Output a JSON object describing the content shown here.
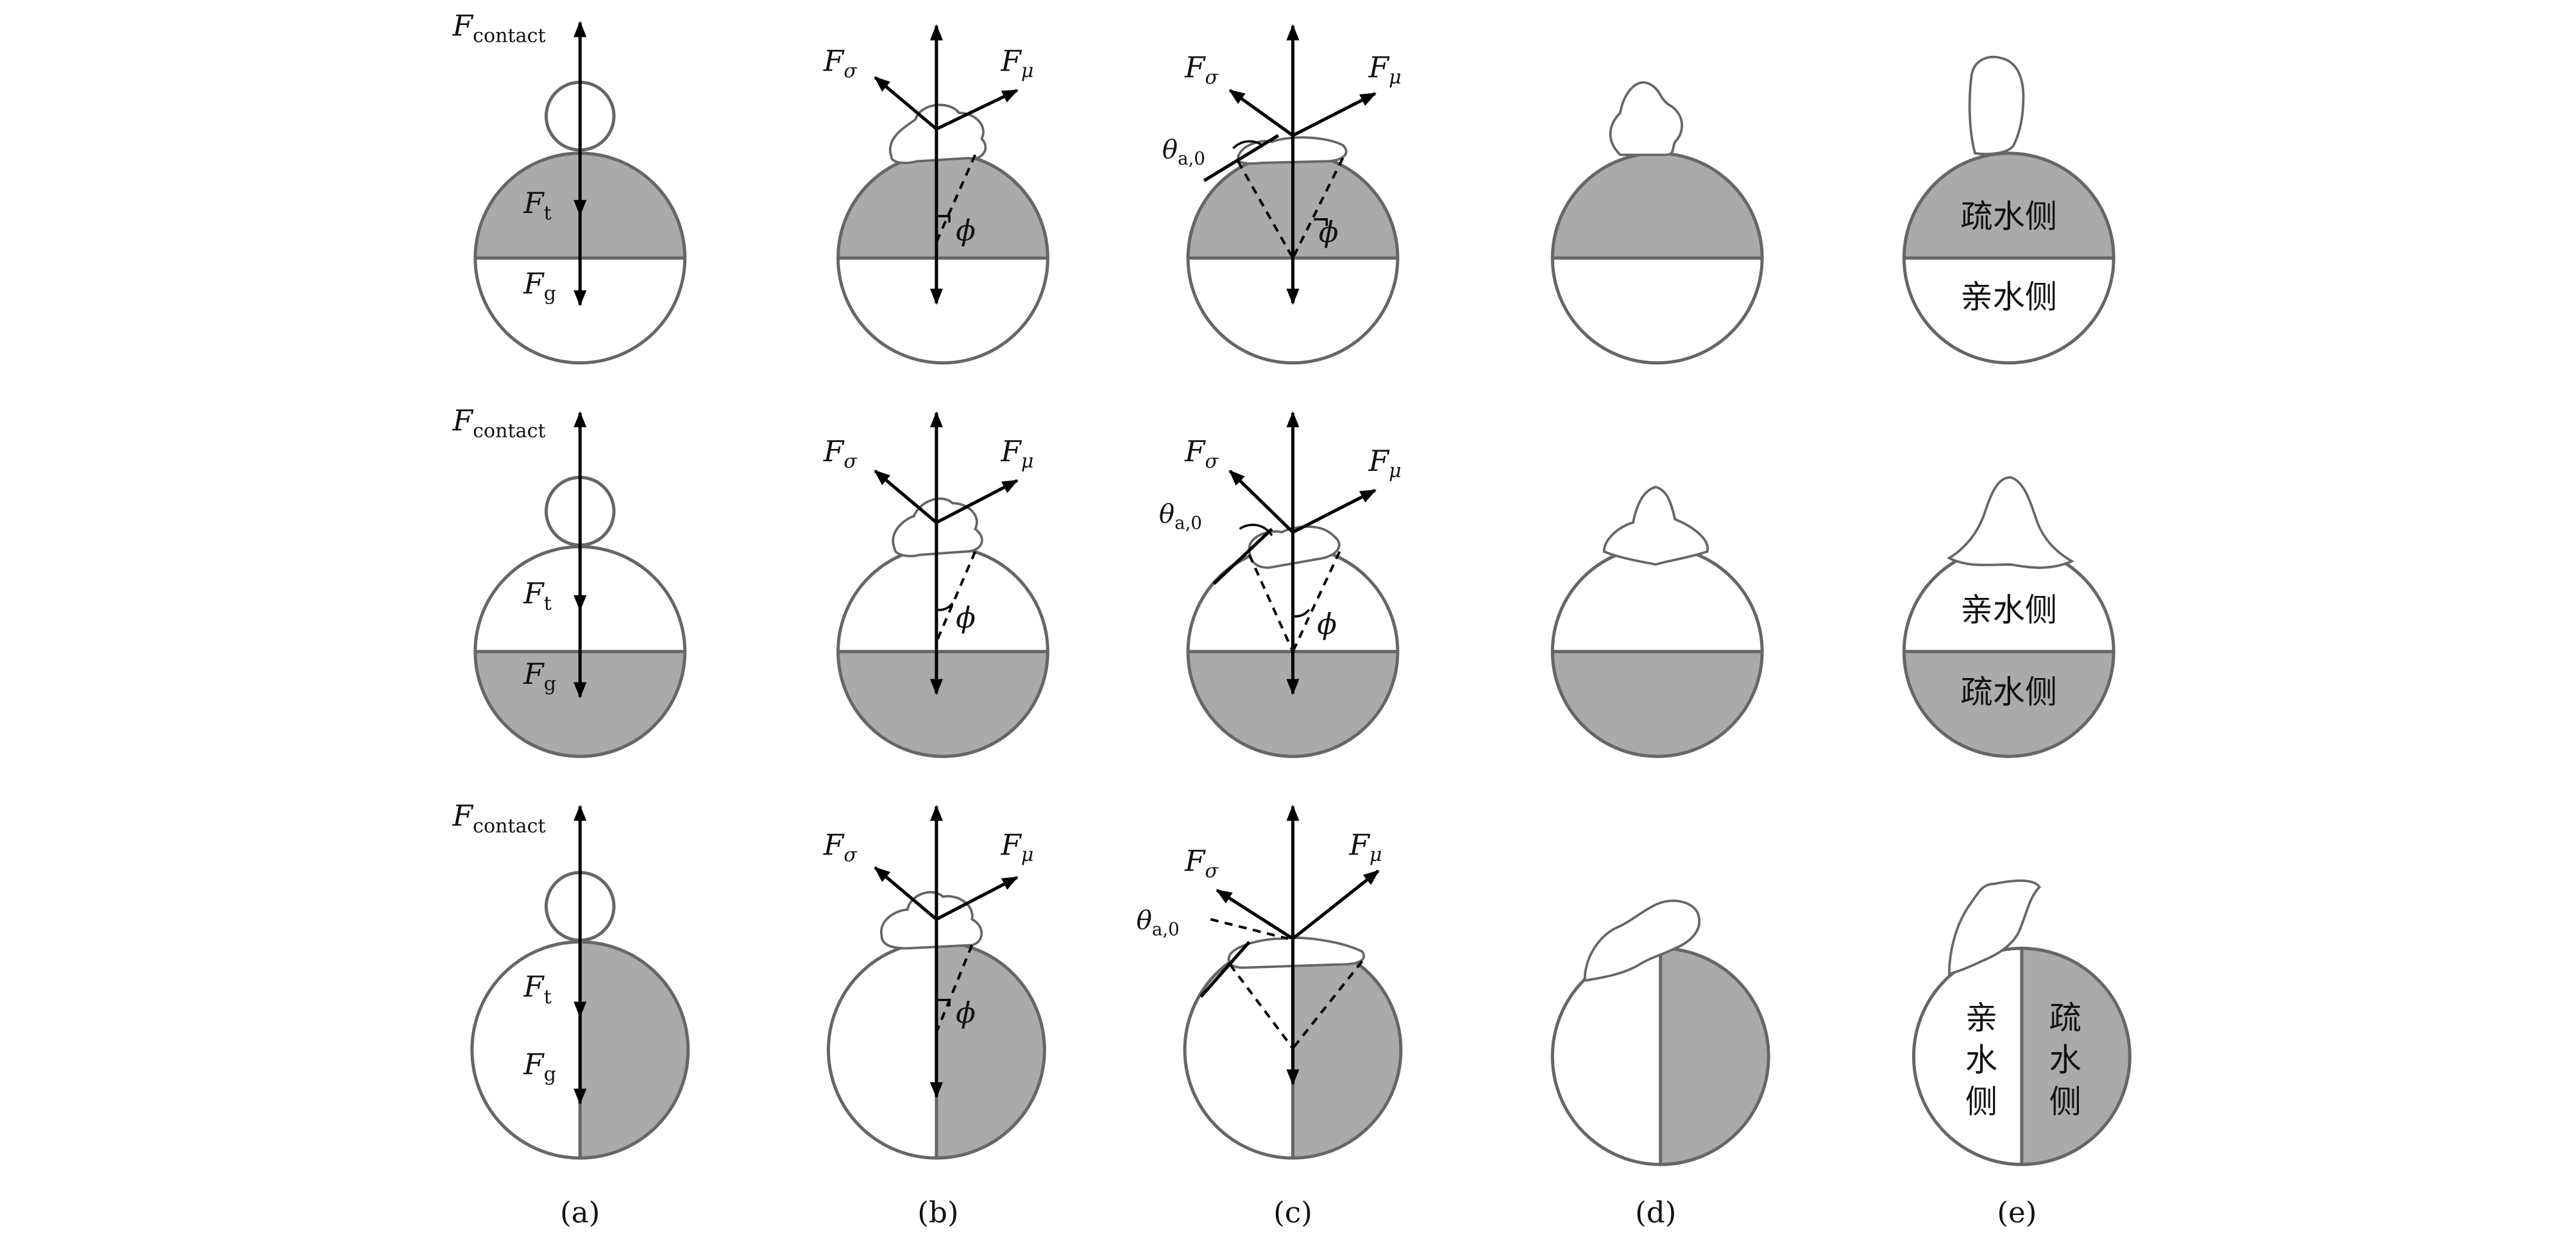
{
  "colors": {
    "hydrophobic_fill": "#aaaaaa",
    "hydrophilic_fill": "#ffffff",
    "outline": "#666666",
    "arrow": "#000000"
  },
  "force_labels": {
    "contact": "contact",
    "surface_tension_symbol": "σ",
    "viscous_symbol": "μ",
    "t_sub": "t",
    "g_sub": "g",
    "phi": "ϕ",
    "theta": "θ",
    "theta_sub": "a,0",
    "F": "F"
  },
  "side_labels": {
    "hydrophobic": "疏水侧",
    "hydrophilic": "亲水侧",
    "hydrophobic_chars": [
      "疏",
      "水",
      "侧"
    ],
    "hydrophilic_chars": [
      "亲",
      "水",
      "侧"
    ]
  },
  "column_labels": [
    "(a)",
    "(b)",
    "(c)",
    "(d)",
    "(e)"
  ],
  "rows": [
    {
      "row": 1,
      "orientation": "hydrophobic-top"
    },
    {
      "row": 2,
      "orientation": "hydrophobic-bottom"
    },
    {
      "row": 3,
      "orientation": "hydrophobic-right"
    }
  ]
}
